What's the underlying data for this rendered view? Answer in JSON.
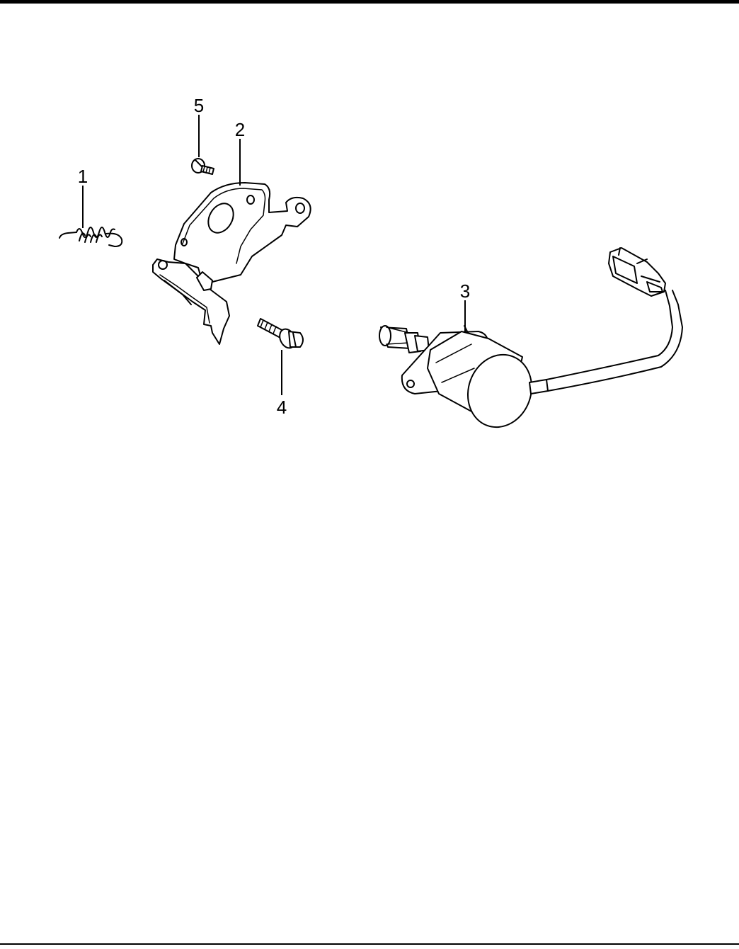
{
  "diagram": {
    "callouts": [
      {
        "id": "1",
        "label": "1"
      },
      {
        "id": "2",
        "label": "2"
      },
      {
        "id": "3",
        "label": "3"
      },
      {
        "id": "4",
        "label": "4"
      },
      {
        "id": "5",
        "label": "5"
      }
    ],
    "parts": [
      {
        "callout": "1",
        "icon": "spring-icon"
      },
      {
        "callout": "2",
        "icon": "bracket-icon"
      },
      {
        "callout": "3",
        "icon": "solenoid-icon"
      },
      {
        "callout": "4",
        "icon": "flange-bolt-icon"
      },
      {
        "callout": "5",
        "icon": "screw-icon"
      }
    ]
  }
}
